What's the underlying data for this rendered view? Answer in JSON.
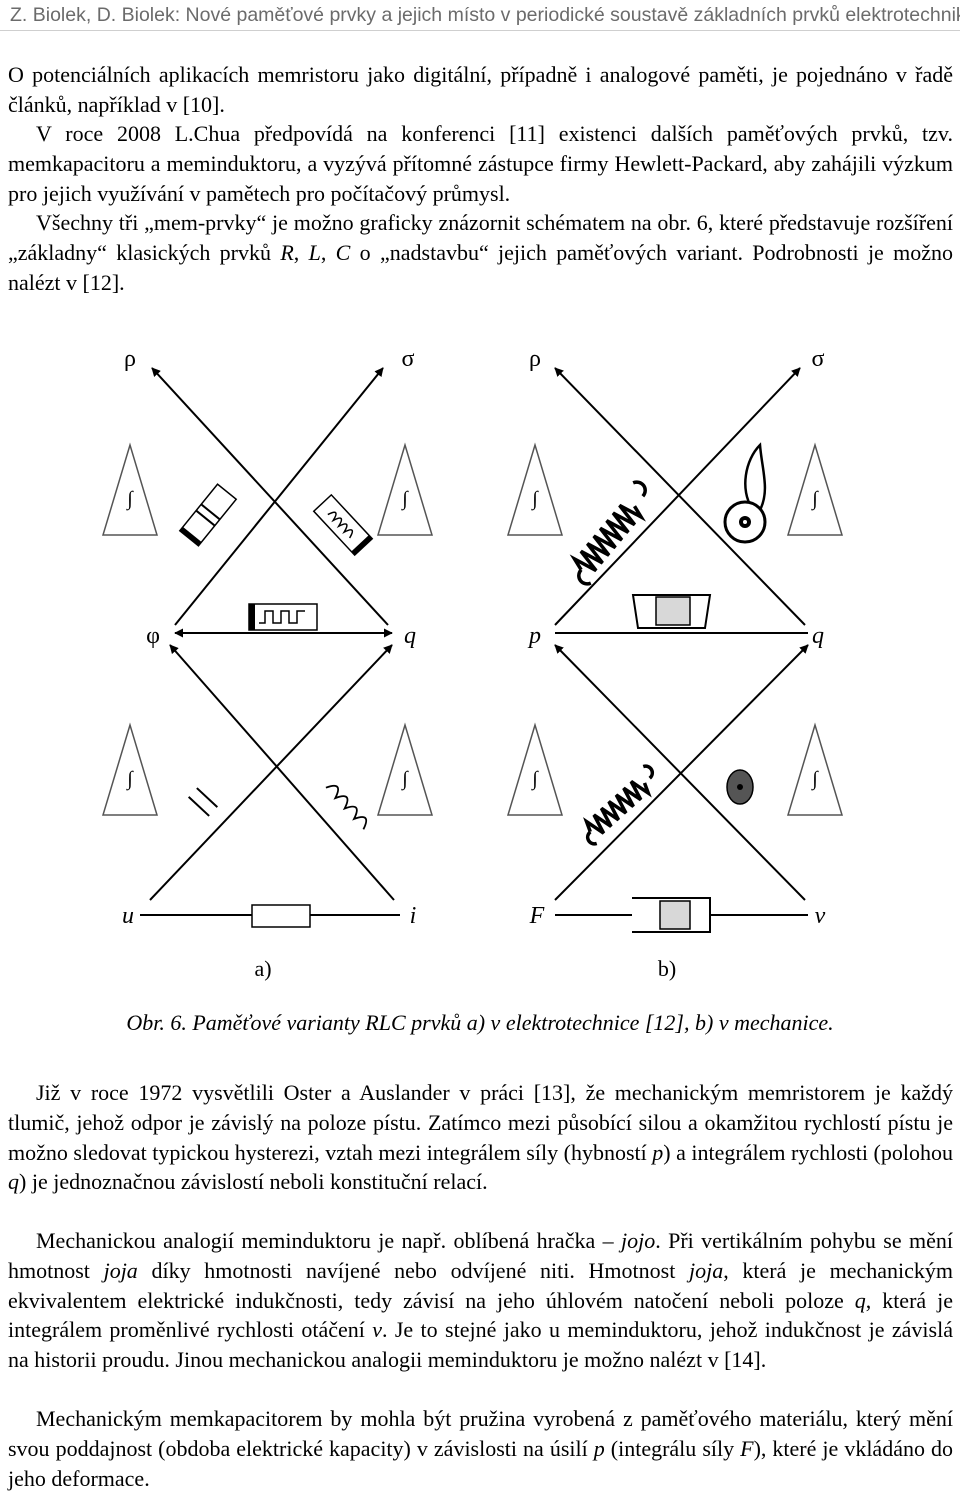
{
  "header": {
    "running_title": "Z. Biolek, D. Biolek: Nové paměťové prvky a jejich místo v periodické soustavě základních prvků elektrotechniky"
  },
  "intro": {
    "p1": "O potenciálních aplikacích memristoru jako digitální, případně i analogové paměti, je pojednáno v řadě článků, například v [10].",
    "p2": "V roce 2008 L.Chua předpovídá na konferenci [11] existenci dalších paměťových prvků, tzv. memkapacitoru a meminduktoru, a vyzývá přítomné zástupce firmy Hewlett-Packard, aby zahájili výzkum pro jejich využívání v pamětech pro počítačový průmysl.",
    "p3_a": "Všechny tři „mem-prvky“ je možno graficky znázornit schématem na obr. 6, které představuje rozšíření „základny“ klasických prvků ",
    "p3_R": "R",
    "p3_sep1": ", ",
    "p3_L": "L",
    "p3_sep2": ", ",
    "p3_C": "C",
    "p3_b": " o „nadstavbu“ jejich paměťových variant. Podrobnosti je možno nalézt v [12]."
  },
  "figure": {
    "left": {
      "top_left": "ρ",
      "top_right": "σ",
      "mid_left": "φ",
      "mid_right": "q",
      "bottom_left": "u",
      "bottom_right": "i",
      "sublabel": "a)"
    },
    "right": {
      "top_left": "ρ",
      "top_right": "σ",
      "mid_left": "p",
      "mid_right": "q",
      "bottom_left": "F",
      "bottom_right": "v",
      "sublabel": "b)"
    },
    "integral_symbol": "∫"
  },
  "caption": "Obr. 6. Paměťové varianty RLC prvků a) v elektrotechnice [12], b) v mechanice.",
  "body": {
    "p4_a": "Již v roce 1972 vysvětlili Oster a Auslander v práci [13], že mechanickým memristorem je každý tlumič, jehož odpor je závislý na poloze pístu. Zatímco mezi působící silou a okamžitou rychlostí pístu je možno sledovat typickou hysterezi, vztah mezi integrálem síly (hybností ",
    "p4_p": "p",
    "p4_b": ") a integrálem rychlosti (polohou ",
    "p4_q": "q",
    "p4_c": ") je jednoznačnou závislostí neboli konstituční relací.",
    "p5_a": "Mechanickou analogií meminduktoru je např. oblíbená hračka – ",
    "p5_jojo": "jojo",
    "p5_b": ". Při vertikálním pohybu se mění hmotnost ",
    "p5_joja1": "joja",
    "p5_c": " díky hmotnosti navíjené nebo odvíjené niti. Hmotnost ",
    "p5_joja2": "joja",
    "p5_d": ", která je mechanickým ekvivalentem elektrické indukčnosti, tedy závisí na jeho úhlovém natočení neboli poloze ",
    "p5_q": "q",
    "p5_e": ", která je integrálem proměnlivé rychlosti otáčení ",
    "p5_v": "v",
    "p5_f": ". Je to stejné jako u meminduktoru, jehož indukčnost je závislá na historii proudu. Jinou mechanickou analogii meminduktoru je možno nalézt v [14].",
    "p6_a": "Mechanickým memkapacitorem by mohla být pružina vyrobená z paměťového materiálu, který mění svou poddajnost (obdoba elektrické kapacity) v závislosti na úsilí ",
    "p6_p": "p",
    "p6_b": " (integrálu síly ",
    "p6_F": "F",
    "p6_c": "), které je vkládáno do jeho deformace."
  }
}
